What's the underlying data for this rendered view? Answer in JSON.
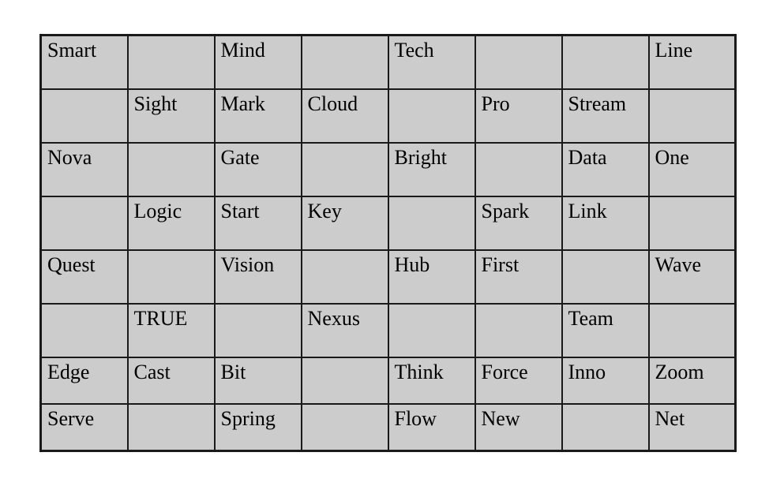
{
  "page": {
    "background_color": "#ffffff"
  },
  "table": {
    "name": "word-grid",
    "fill_color": "#cccccc",
    "border_color": "#1a1a1a",
    "text_color": "#000000",
    "columns": 8,
    "rows": 8,
    "rows_data": [
      [
        "Smart",
        "",
        "Mind",
        "",
        "Tech",
        "",
        "",
        "Line"
      ],
      [
        "",
        "Sight",
        "Mark",
        "Cloud",
        "",
        "Pro",
        "Stream",
        ""
      ],
      [
        "Nova",
        "",
        "Gate",
        "",
        "Bright",
        "",
        "Data",
        "One"
      ],
      [
        "",
        "Logic",
        "Start",
        "Key",
        "",
        "Spark",
        "Link",
        ""
      ],
      [
        "Quest",
        "",
        "Vision",
        "",
        "Hub",
        "First",
        "",
        "Wave"
      ],
      [
        "",
        "TRUE",
        "",
        "Nexus",
        "",
        "",
        "Team",
        ""
      ],
      [
        "Edge",
        "Cast",
        "Bit",
        "",
        "Think",
        "Force",
        "Inno",
        "Zoom"
      ],
      [
        "Serve",
        "",
        "Spring",
        "",
        "Flow",
        "New",
        "",
        "Net"
      ]
    ]
  }
}
